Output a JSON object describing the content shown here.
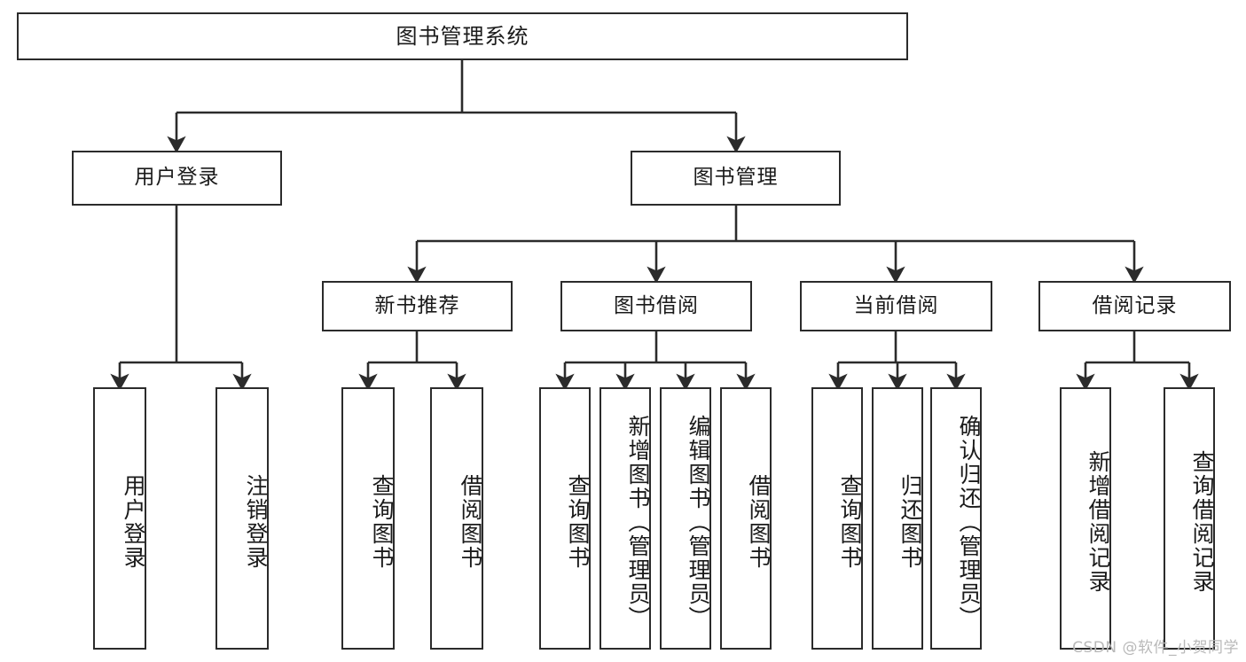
{
  "diagram": {
    "title": "图书管理系统",
    "watermark": "CSDN @软件_小贺同学",
    "colors": {
      "stroke": "#2b2b2b",
      "fill": "#ffffff",
      "text": "#1a1a1a",
      "watermark": "#b9b9b9"
    },
    "nodes": {
      "root": {
        "label": "图书管理系统"
      },
      "level2": [
        {
          "id": "user-login",
          "label": "用户登录"
        },
        {
          "id": "book-manage",
          "label": "图书管理"
        }
      ],
      "level3": [
        {
          "id": "new-book-recommend",
          "label": "新书推荐"
        },
        {
          "id": "book-borrow",
          "label": "图书借阅"
        },
        {
          "id": "current-borrow",
          "label": "当前借阅"
        },
        {
          "id": "borrow-record",
          "label": "借阅记录"
        }
      ],
      "leaves": {
        "user-login": [
          {
            "id": "leaf-user-login",
            "label": "用户登录"
          },
          {
            "id": "leaf-logout-login",
            "label": "注销登录"
          }
        ],
        "new-book-recommend": [
          {
            "id": "leaf-query-book-1",
            "label": "查询图书"
          },
          {
            "id": "leaf-borrow-book-1",
            "label": "借阅图书"
          }
        ],
        "book-borrow": [
          {
            "id": "leaf-query-book-2",
            "label": "查询图书"
          },
          {
            "id": "leaf-add-book",
            "label": "新增图书（管理员）"
          },
          {
            "id": "leaf-edit-book",
            "label": "编辑图书（管理员）"
          },
          {
            "id": "leaf-borrow-book-2",
            "label": "借阅图书"
          }
        ],
        "current-borrow": [
          {
            "id": "leaf-query-book-3",
            "label": "查询图书"
          },
          {
            "id": "leaf-return-book",
            "label": "归还图书"
          },
          {
            "id": "leaf-confirm-return",
            "label": "确认归还（管理员）"
          }
        ],
        "borrow-record": [
          {
            "id": "leaf-add-record",
            "label": "新增借阅记录"
          },
          {
            "id": "leaf-query-record",
            "label": "查询借阅记录"
          }
        ]
      }
    }
  }
}
